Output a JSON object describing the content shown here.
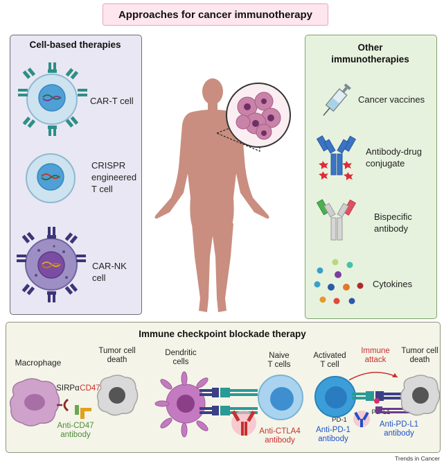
{
  "title": "Approaches for cancer immunotherapy",
  "cell_based": {
    "header": "Cell-based therapies",
    "items": [
      "CAR-T cell",
      "CRISPR\nengineered\nT cell",
      "CAR-NK cell"
    ]
  },
  "other": {
    "header": "Other\nimmunotherapies",
    "items": [
      "Cancer vaccines",
      "Antibody-drug\nconjugate",
      "Bispecific\nantibody",
      "Cytokines"
    ]
  },
  "checkpoint": {
    "header": "Immune checkpoint blockade therapy",
    "macrophage": "Macrophage",
    "sirpa": "SIRPα",
    "cd47": "CD47",
    "tumor_death_1": "Tumor cell\ndeath",
    "anti_cd47": "Anti-CD47\nantibody",
    "dendritic": "Dendritic\ncells",
    "naive": "Naive\nT cells",
    "anti_ctla4": "Anti-CTLA4\nantibody",
    "activated": "Activated\nT cell",
    "immune_attack": "Immune\nattack",
    "tumor_death_2": "Tumor cell\ndeath",
    "pd1": "PD-1",
    "pdl1": "PD-L1",
    "anti_pd1": "Anti-PD-1\nantibody",
    "anti_pdl1": "Anti-PD-L1\nantibody"
  },
  "footer": "Trends in Cancer",
  "colors": {
    "title_bg": "#fde6ee",
    "left_panel": "#e9e7f3",
    "right_panel": "#e7f2de",
    "bottom_panel": "#f4f5e8",
    "red_text": "#c8302f",
    "green_text": "#4e8a3a",
    "blue_text": "#2150c8"
  }
}
